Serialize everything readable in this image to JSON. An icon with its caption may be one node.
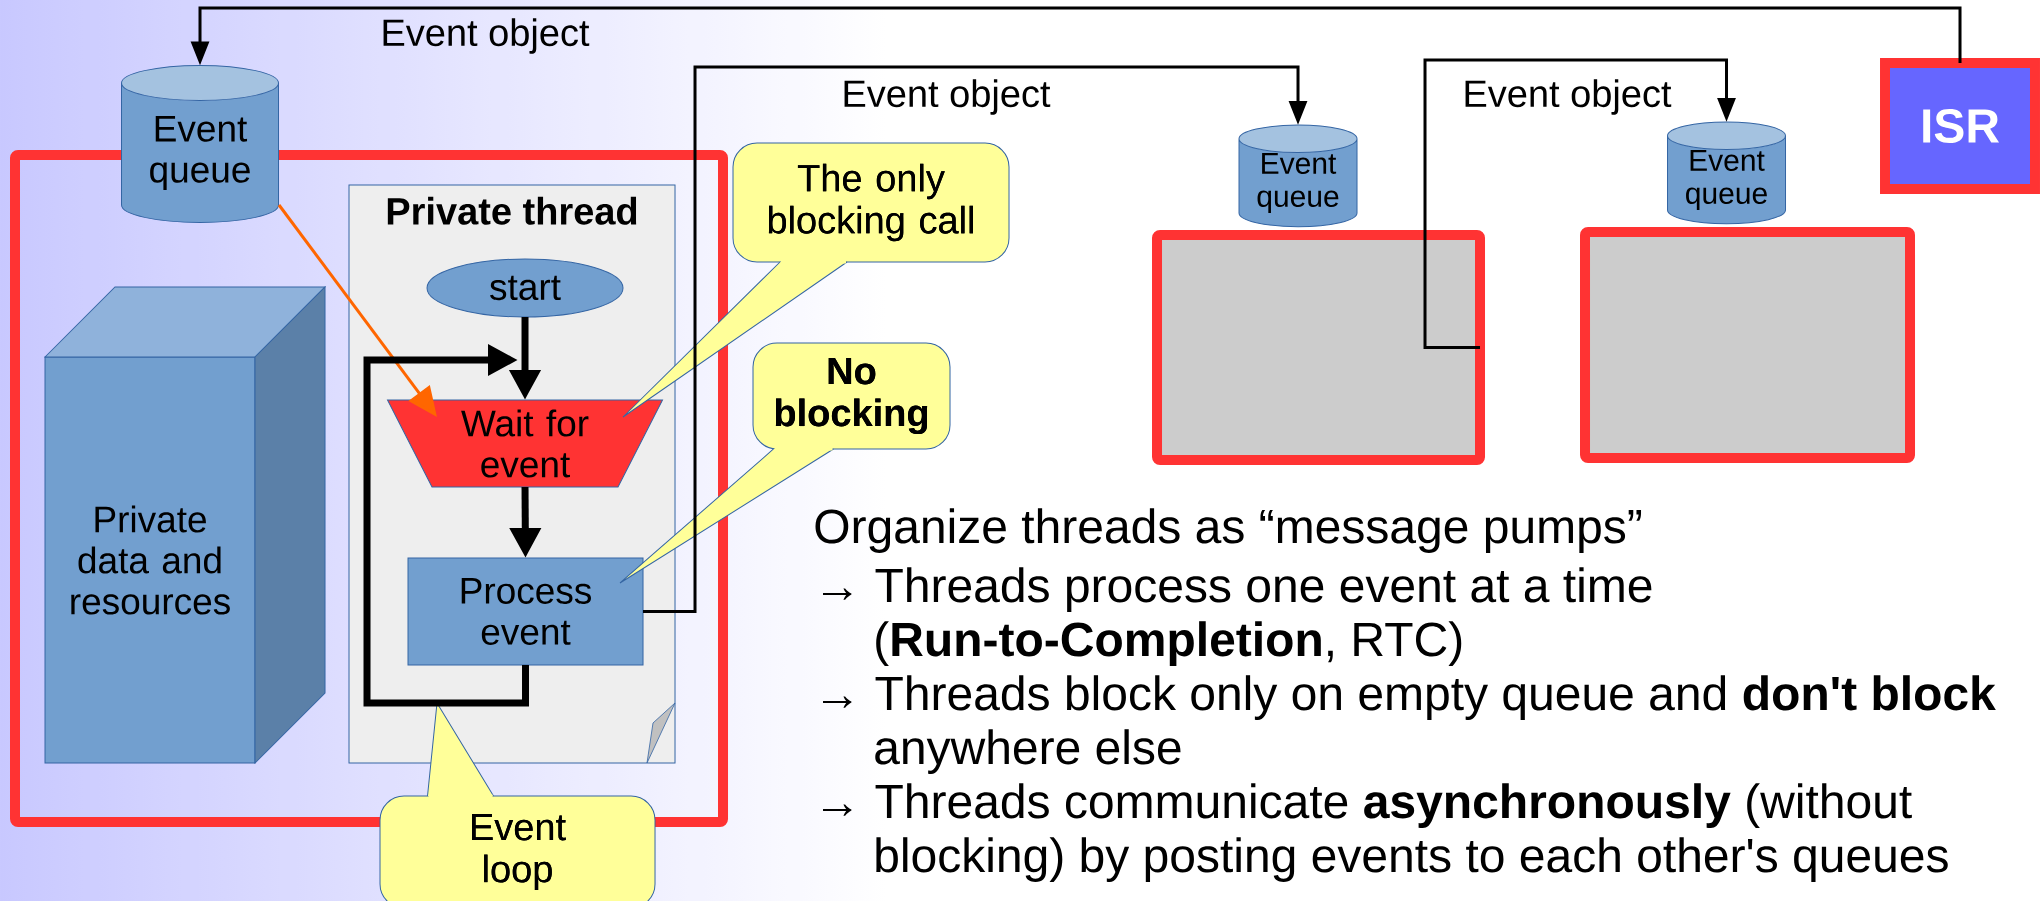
{
  "diagram": {
    "nodes": [
      {
        "text": [],
        "shape": "box"
      },
      {
        "text": [
          "Event queue"
        ]
      },
      {
        "text": [
          "Private data and resources"
        ],
        "in": 0
      },
      {
        "text": [
          "Private thread"
        ],
        "in": 0
      },
      {
        "text": [
          "start"
        ],
        "in": 3
      },
      {
        "text": [
          "Wait for event"
        ],
        "in": 3
      },
      {
        "text": [
          "Process event"
        ],
        "in": 3
      },
      {
        "text": [
          "The only blocking call"
        ]
      },
      {
        "text": [
          "No blocking"
        ]
      },
      {
        "text": [
          "Event loop"
        ]
      },
      {
        "text": [
          "Event queue"
        ]
      },
      {
        "text": [],
        "shape": "box"
      },
      {
        "text": [
          "Event queue"
        ]
      },
      {
        "text": [],
        "shape": "box"
      },
      {
        "text": [
          "ISR"
        ]
      }
    ],
    "edges": [
      {
        "from": 14,
        "to": 1,
        "arrow": "to",
        "label": "Event object"
      },
      {
        "from": 6,
        "to": 10,
        "arrow": "to",
        "label": "Event object"
      },
      {
        "from": 11,
        "to": 12,
        "arrow": "to",
        "label": "Event object"
      },
      {
        "from": 1,
        "to": 5,
        "arrow": "to",
        "color": "#ff6600"
      },
      {
        "from": 4,
        "to": 5,
        "arrow": "to",
        "style": "thick"
      },
      {
        "from": 5,
        "to": 6,
        "arrow": "to",
        "style": "thick"
      },
      {
        "from": 6,
        "to": 5,
        "arrow": "to",
        "style": "thick"
      }
    ],
    "labels": [
      "Organize threads as “message pumps”",
      "→ Threads process one event at a time (**Run-to-Completion**, RTC)",
      "→ Threads block only on empty queue and **don't block** anywhere else",
      "→ Threads communicate **asynchronously** (without blocking) by posting events to each other's queues"
    ]
  }
}
